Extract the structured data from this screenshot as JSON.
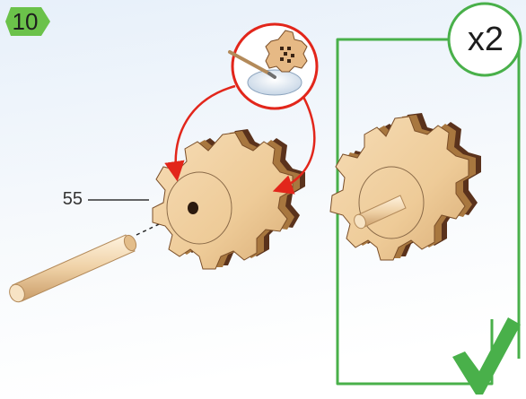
{
  "step": {
    "number": "10"
  },
  "part": {
    "label": "55"
  },
  "result": {
    "quantity": "x2"
  },
  "colors": {
    "badge_green": "#6bc24a",
    "frame_green": "#49b04a",
    "arrow_red": "#e2261b",
    "wood_light": "#f1d2a6",
    "wood_dark": "#5a321c",
    "sky": "#eaf2fa"
  },
  "icons": [
    "gear-icon",
    "glue-brush-icon",
    "glue-dish-icon",
    "checkmark-icon",
    "dowel-icon"
  ]
}
